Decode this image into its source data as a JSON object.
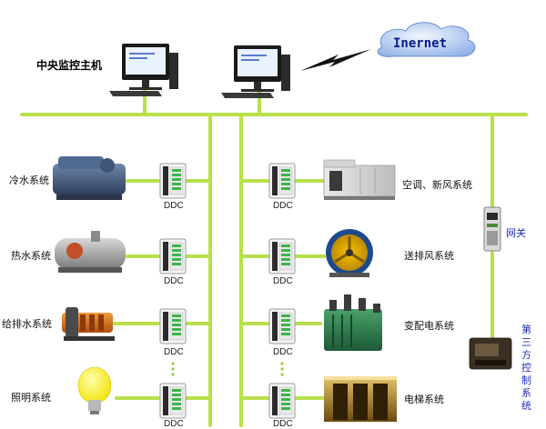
{
  "header": {
    "host_label": "中央监控主机",
    "cloud_label": "Inernet"
  },
  "left_systems": [
    {
      "label": "冷水系统",
      "icon": "chiller-icon",
      "ddc": "DDC"
    },
    {
      "label": "热水系统",
      "icon": "boiler-icon",
      "ddc": "DDC"
    },
    {
      "label": "给排水系统",
      "icon": "pump-icon",
      "ddc": "DDC"
    },
    {
      "label": "照明系统",
      "icon": "light-bulb-icon",
      "ddc": "DDC"
    }
  ],
  "right_systems": [
    {
      "label": "空调、新风系统",
      "icon": "air-handler-icon",
      "ddc": "DDC"
    },
    {
      "label": "送排风系统",
      "icon": "fan-icon",
      "ddc": "DDC"
    },
    {
      "label": "变配电系统",
      "icon": "transformer-icon",
      "ddc": "DDC"
    },
    {
      "label": "电梯系统",
      "icon": "elevator-icon",
      "ddc": "DDC"
    }
  ],
  "gateway": {
    "label": "网关",
    "icon": "gateway-icon"
  },
  "third_party": {
    "label": "第三方控制系统",
    "chars": [
      "第",
      "三",
      "方",
      "控",
      "制",
      "系",
      "统"
    ],
    "icon": "controller-icon"
  },
  "colors": {
    "bus": "#b8e04a",
    "accent_text": "#1f2db3"
  }
}
